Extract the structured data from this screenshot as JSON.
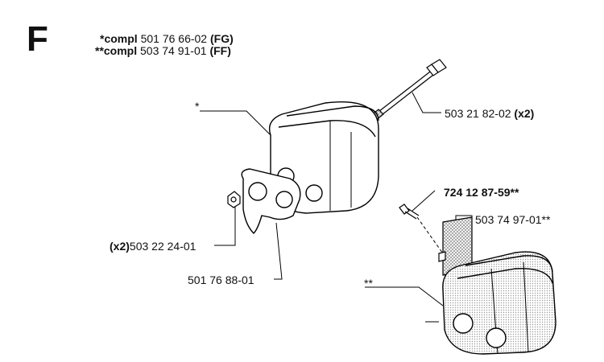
{
  "section": "F",
  "header": {
    "line1": {
      "prefix": "*compl",
      "number": "501 76 66-02",
      "suffix": "(FG)"
    },
    "line2": {
      "prefix": "**compl",
      "number": "503 74 91-01",
      "suffix": "(FF)"
    }
  },
  "callouts": {
    "star_single": "*",
    "star_double": "**",
    "bolt": {
      "number": "503 21 82-02",
      "qty": "(x2)"
    },
    "screw_top": "724 12 87-59**",
    "screen": "503 74 97-01**",
    "nut": {
      "qty": "(x2)",
      "number": "503 22 24-01"
    },
    "gasket": "501 76 88-01"
  }
}
